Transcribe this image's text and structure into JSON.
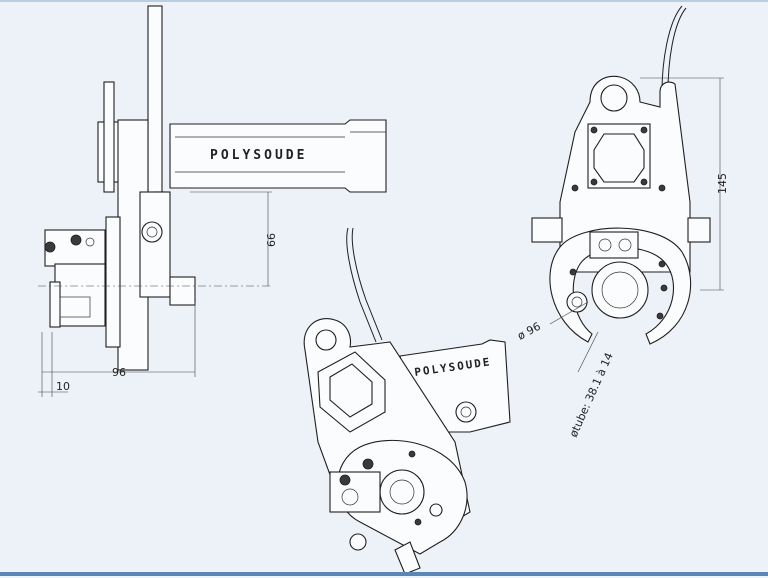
{
  "labels": {
    "brand_side": "POLYSOUDE",
    "brand_iso": "POLYSOUDE",
    "dim_width": "96",
    "dim_offset": "10",
    "dim_height": "66",
    "dim_front_height": "145",
    "dim_diameter": "ø 96",
    "dim_tube": "øtube: 38.1 à 14"
  }
}
